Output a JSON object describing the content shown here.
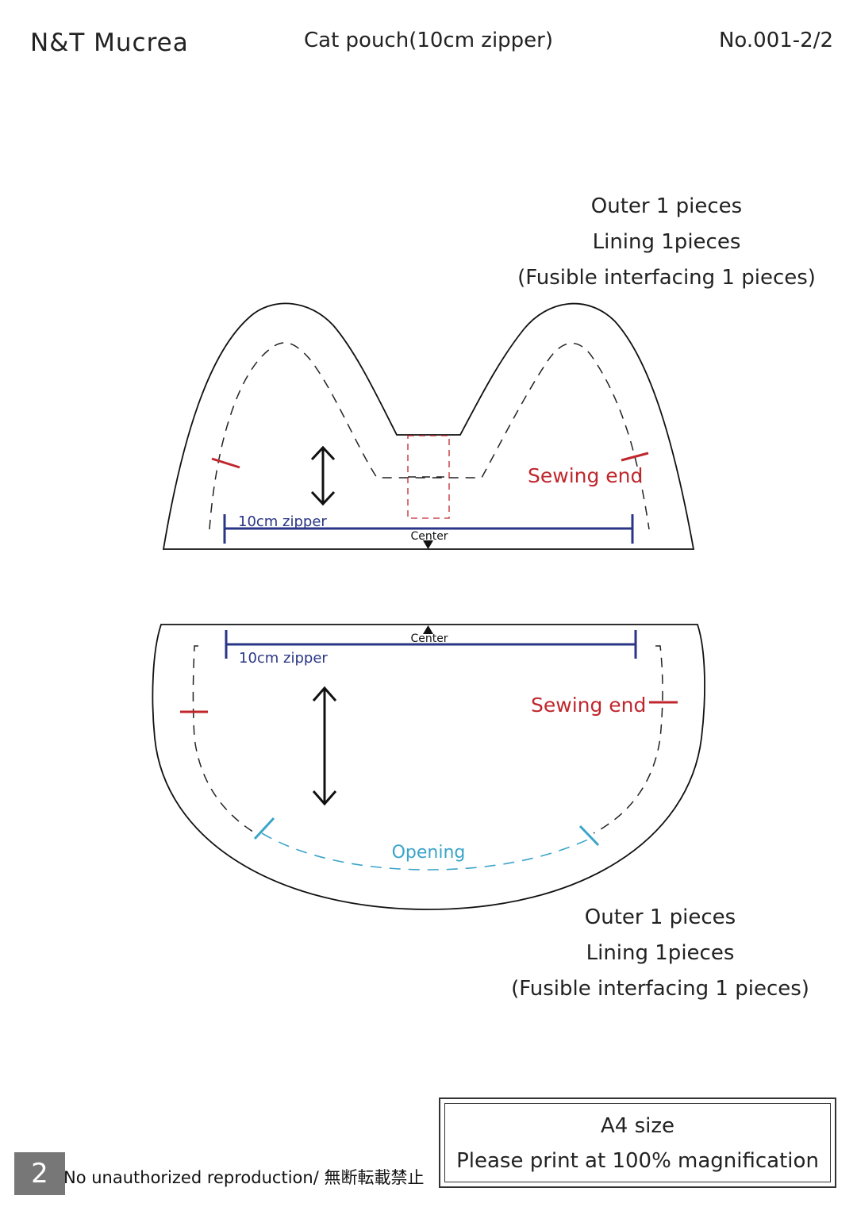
{
  "header": {
    "brand": "N&T Mucrea",
    "title": "Cat pouch(10cm zipper)",
    "doc_number": "No.001-2/2"
  },
  "piece_top": {
    "qty_outer": "Outer  1 pieces",
    "qty_lining": "Lining  1pieces",
    "qty_interfacing": "(Fusible interfacing  1 pieces)",
    "zipper_label": "10cm zipper",
    "center_label": "Center",
    "sewing_end_label": "Sewing end"
  },
  "piece_bottom": {
    "qty_outer": "Outer  1 pieces",
    "qty_lining": "Lining  1pieces",
    "qty_interfacing": "(Fusible interfacing  1 pieces)",
    "zipper_label": "10cm zipper",
    "center_label": "Center",
    "sewing_end_label": "Sewing end",
    "opening_label": "Opening"
  },
  "print_note": {
    "size": "A4 size",
    "instruction": "Please print at 100% magnification"
  },
  "footer": {
    "page_number": "2",
    "copyright": "No unauthorized reproduction/ 無断転載禁止"
  },
  "colors": {
    "outline": "#111111",
    "zipper": "#2a3585",
    "sewing_end": "#c0272d",
    "opening": "#3aa4c9"
  }
}
